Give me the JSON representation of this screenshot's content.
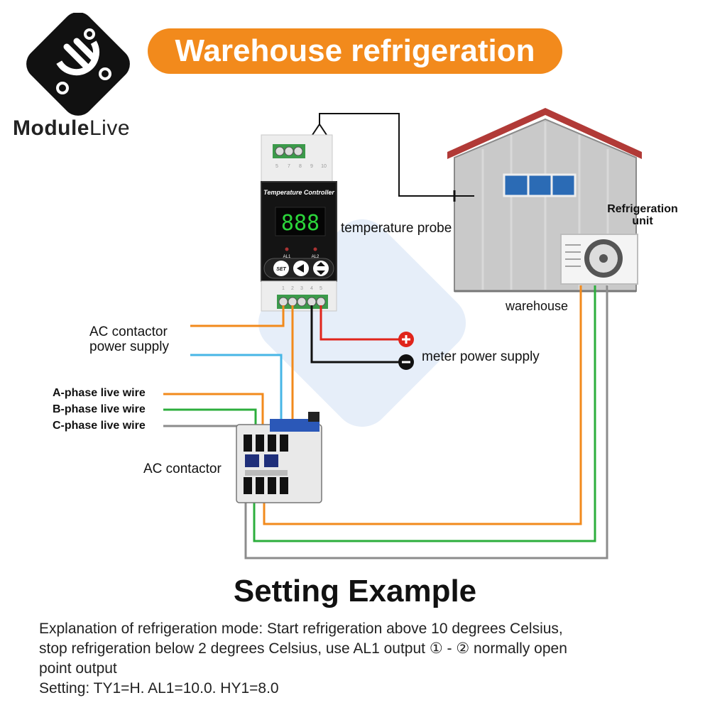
{
  "logo": {
    "brand_part1": "Module",
    "brand_part2": "Live"
  },
  "title": "Warehouse refrigeration",
  "controller": {
    "header": "Temperature Controller",
    "display": "888",
    "al1": "AL1",
    "al2": "AL2",
    "set_button": "SET",
    "top_terminals": [
      "5",
      "7",
      "8",
      "9",
      "10"
    ],
    "bottom_terminals": [
      "1",
      "2",
      "3",
      "4",
      "5"
    ]
  },
  "labels": {
    "temperature_probe": "temperature probe",
    "refrigeration_unit_line1": "Refrigeration",
    "refrigeration_unit_line2": "unit",
    "warehouse": "warehouse",
    "ac_contactor_power_line1": "AC contactor",
    "ac_contactor_power_line2": "power supply",
    "meter_power_supply": "meter power supply",
    "a_phase": "A-phase live wire",
    "b_phase": "B-phase live wire",
    "c_phase": "C-phase live wire",
    "ac_contactor": "AC contactor"
  },
  "colors": {
    "orange": "#f28a1c",
    "green": "#2cae3c",
    "gray": "#8c8c8c",
    "blue": "#47b6e6",
    "red": "#e0241b",
    "black": "#111111",
    "roof": "#b13a37",
    "wall": "#c8c8c8"
  },
  "setting": {
    "heading": "Setting Example",
    "line1": "Explanation of refrigeration mode: Start refrigeration above 10 degrees Celsius,",
    "line2": "stop refrigeration below 2 degrees Celsius, use AL1 output ① - ② normally open",
    "line3": "point output",
    "line4": "Setting: TY1=H. AL1=10.0. HY1=8.0"
  }
}
